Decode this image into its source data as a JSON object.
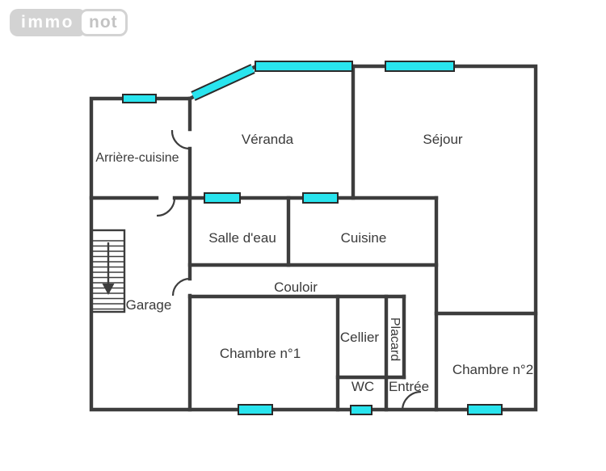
{
  "logo": {
    "immo": "immo",
    "not": "not"
  },
  "colors": {
    "wall": "#3d3d3d",
    "window-fill": "#29e4ee",
    "window-border": "#2a2a2a",
    "label": "#3a3a3a",
    "logo-pill": "#d3d3d3",
    "logo-text": "#c3c3c3",
    "background": "#ffffff"
  },
  "rooms": {
    "arriere_cuisine": {
      "label": "Arrière-cuisine"
    },
    "veranda": {
      "label": "Véranda"
    },
    "sejour": {
      "label": "Séjour"
    },
    "salle_deau": {
      "label": "Salle d'eau"
    },
    "cuisine": {
      "label": "Cuisine"
    },
    "couloir": {
      "label": "Couloir"
    },
    "garage": {
      "label": "Garage"
    },
    "chambre1": {
      "label": "Chambre n°1"
    },
    "cellier": {
      "label": "Cellier"
    },
    "placard": {
      "label": "Placard"
    },
    "wc": {
      "label": "WC"
    },
    "entree": {
      "label": "Entrée"
    },
    "chambre2": {
      "label": "Chambre n°2"
    }
  }
}
